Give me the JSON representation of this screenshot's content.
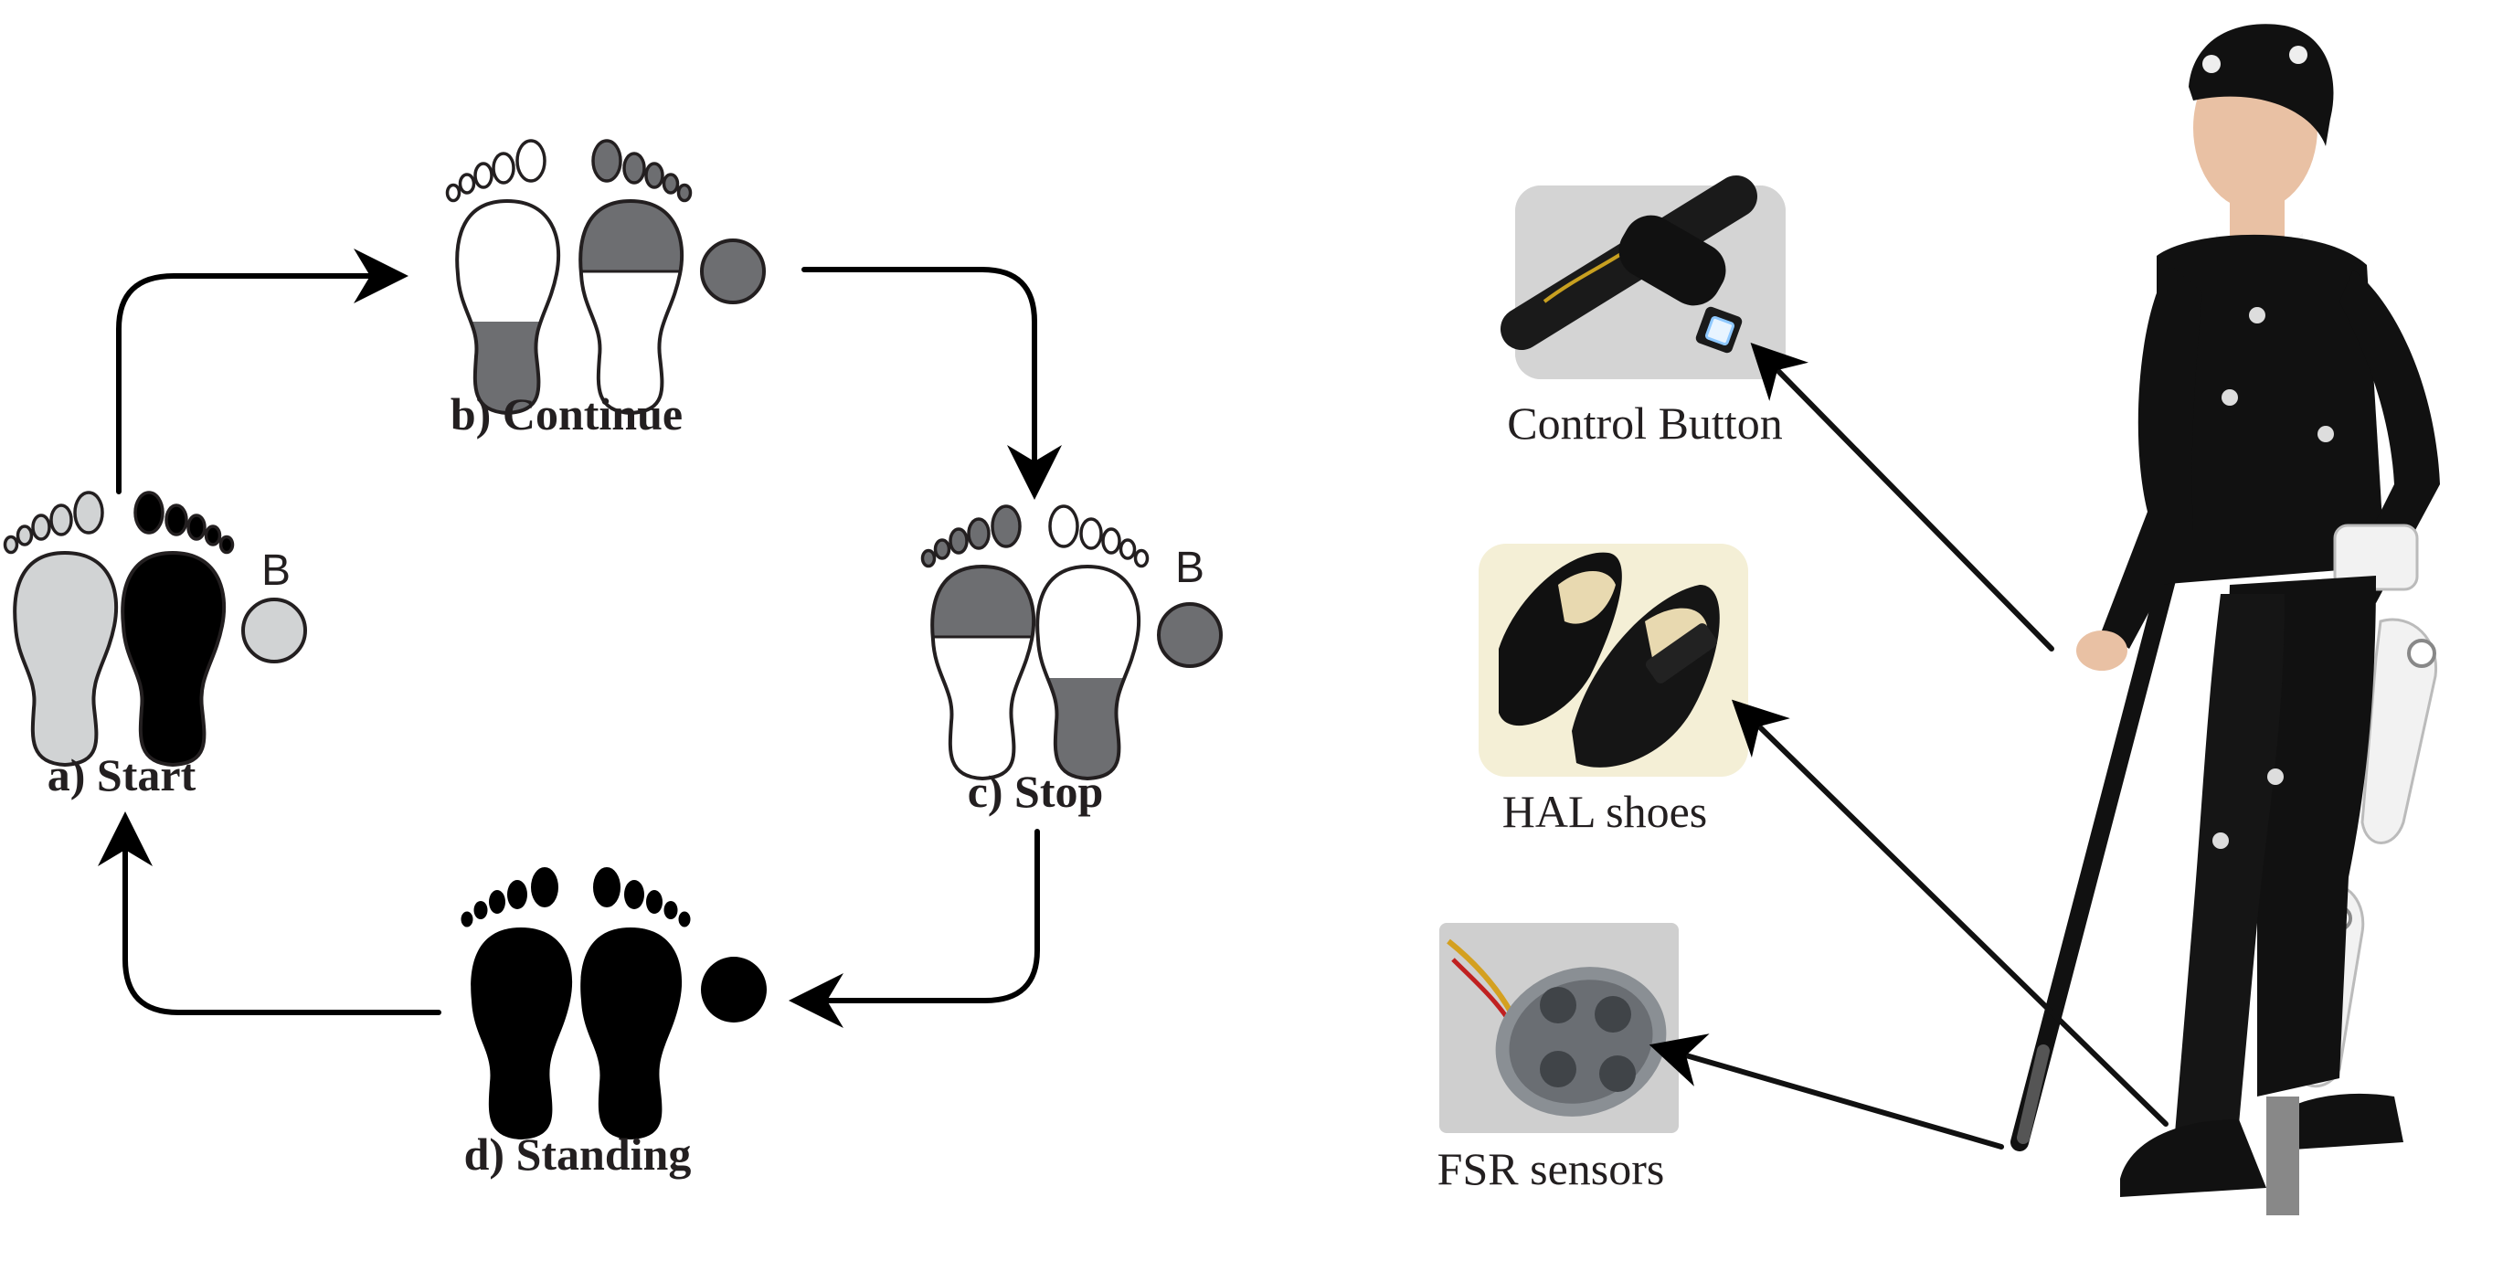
{
  "states": {
    "start": {
      "label": "a) Start",
      "indicator": "B"
    },
    "continue": {
      "label": "b) Continue"
    },
    "stop": {
      "label": "c) Stop",
      "indicator": "B"
    },
    "standing": {
      "label": "d) Standing"
    }
  },
  "components": {
    "control_button": "Control Button",
    "hal_shoes": "HAL shoes",
    "fsr_sensors": "FSR sensors"
  },
  "colors": {
    "outline": "#231f20",
    "light_gray": "#d1d3d4",
    "dark_gray": "#6d6e71",
    "black": "#000000",
    "white": "#ffffff"
  }
}
